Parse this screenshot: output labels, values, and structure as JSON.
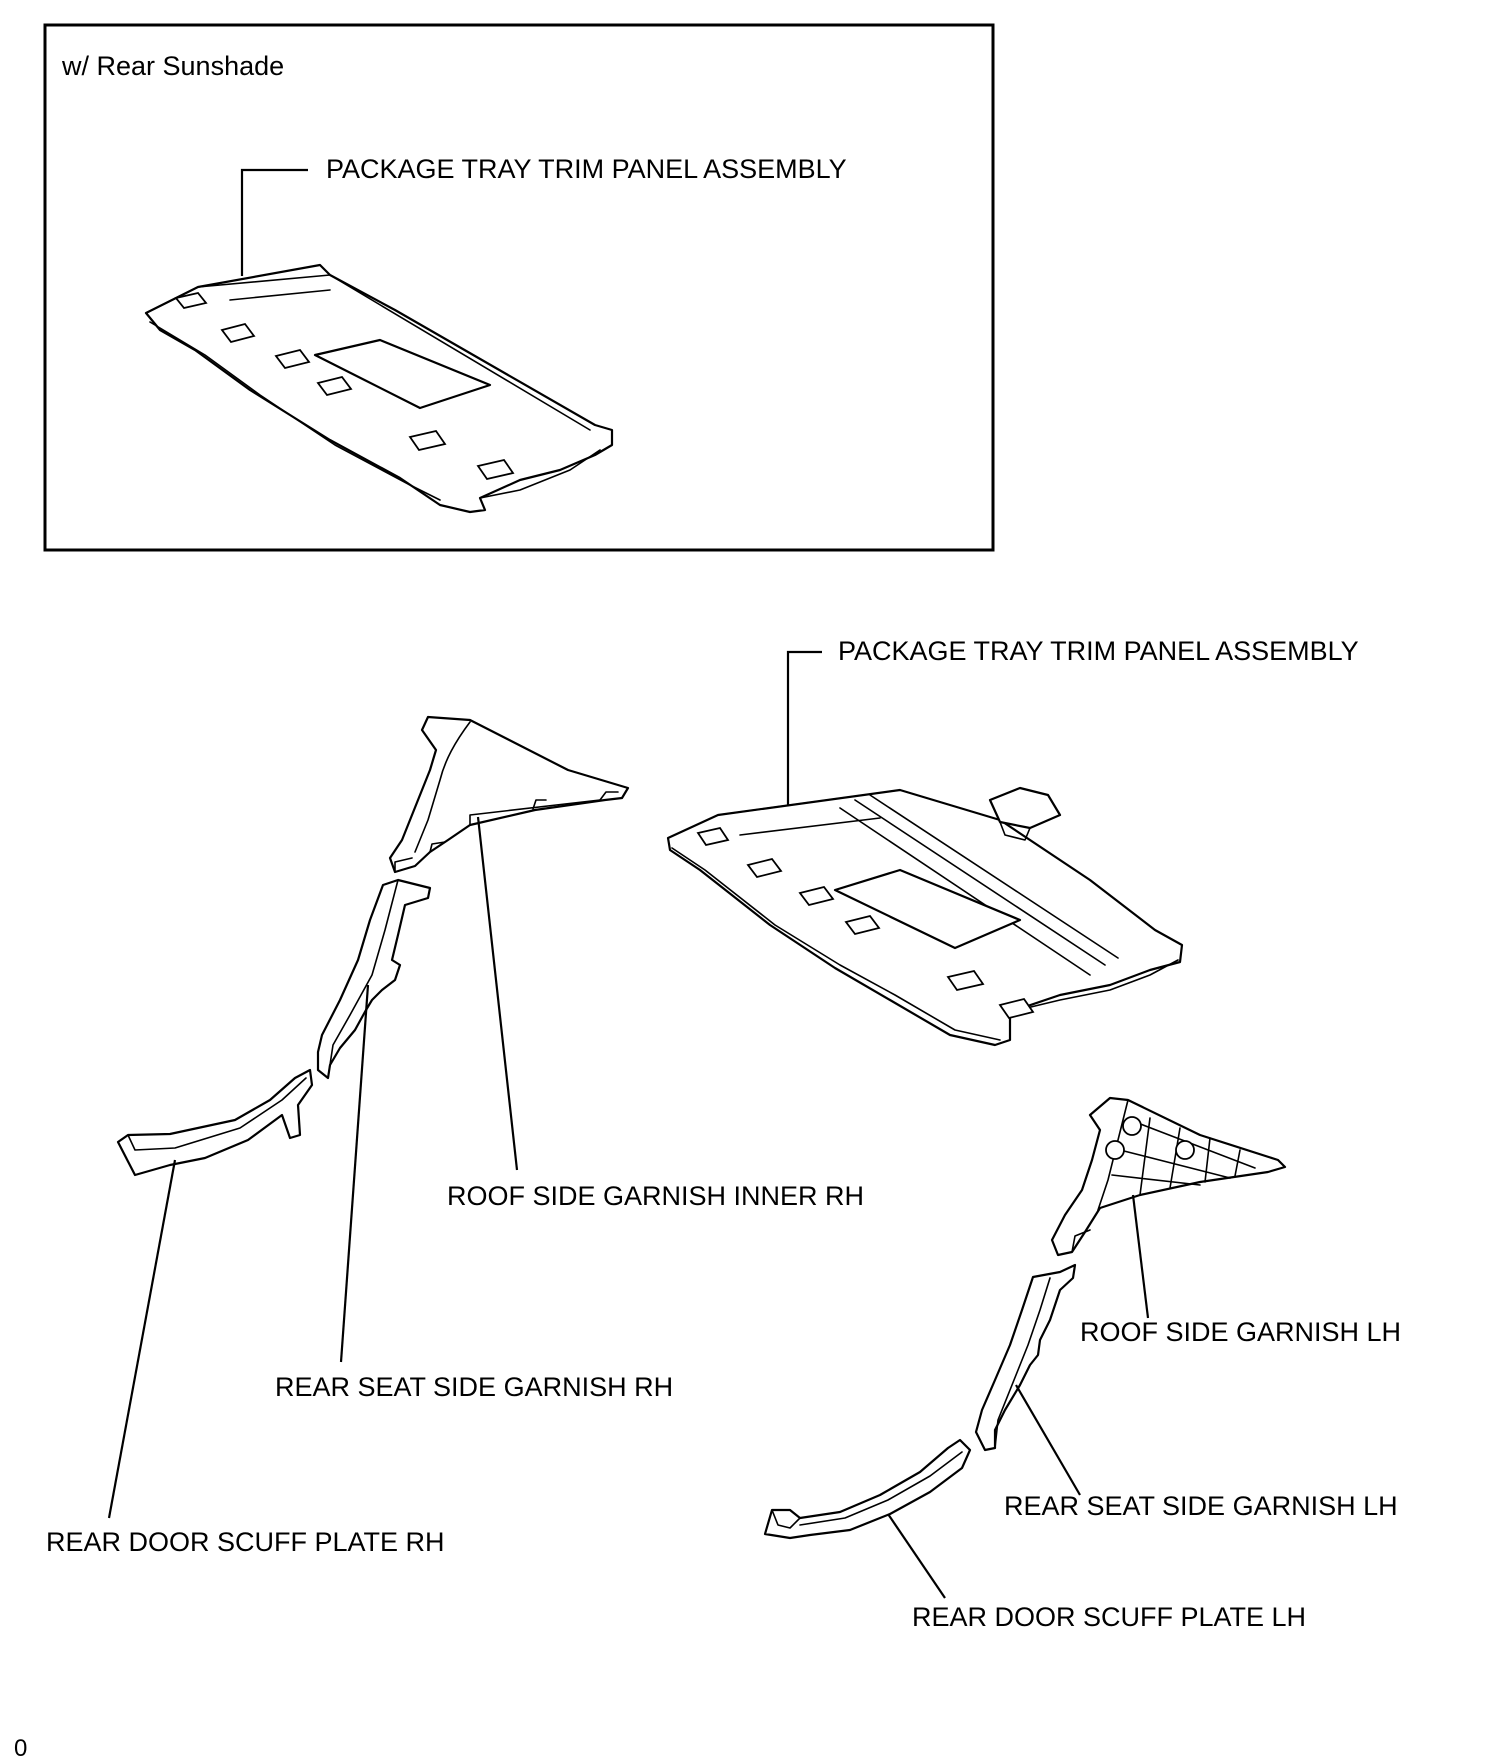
{
  "inset": {
    "caption": "w/ Rear Sunshade",
    "part_label": "PACKAGE TRAY TRIM PANEL ASSEMBLY"
  },
  "labels": {
    "package_tray": "PACKAGE TRAY TRIM PANEL ASSEMBLY",
    "roof_side_garnish_inner_rh": "ROOF SIDE  GARNISH INNER RH",
    "rear_seat_side_garnish_rh": "REAR SEAT SIDE GARNISH RH",
    "rear_door_scuff_plate_rh": "REAR DOOR SCUFF PLATE RH",
    "roof_side_garnish_lh": "ROOF SIDE GARNISH LH",
    "rear_seat_side_garnish_lh": "REAR SEAT SIDE GARNISH LH",
    "rear_door_scuff_plate_lh": "REAR DOOR SCUFF PLATE LH"
  },
  "footer_mark": "0"
}
